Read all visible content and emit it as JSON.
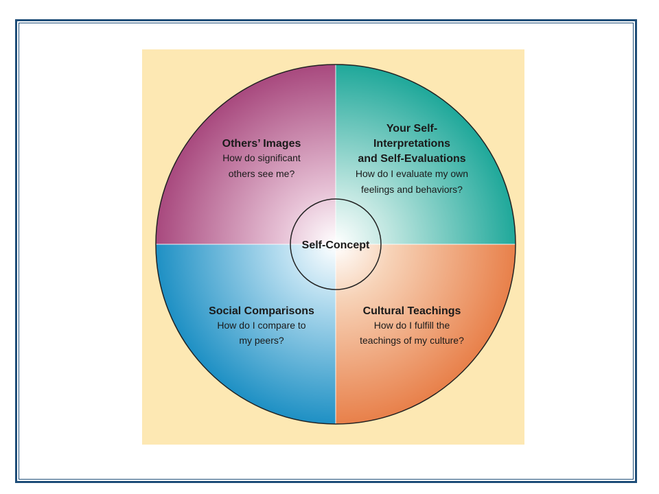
{
  "colors": {
    "background_panel": "#fde8b3",
    "frame": "#1f4e79",
    "quadrant_top_left": "#a8497e",
    "quadrant_top_right": "#1fa89a",
    "quadrant_bottom_left": "#1e90c4",
    "quadrant_bottom_right": "#e8804a"
  },
  "center": {
    "label": "Self-Concept"
  },
  "quadrants": {
    "top_left": {
      "title_lines": [
        "Others’ Images"
      ],
      "question_lines": [
        "How do significant",
        "others see me?"
      ]
    },
    "top_right": {
      "title_lines": [
        "Your Self-",
        "Interpretations",
        "and Self-Evaluations"
      ],
      "question_lines": [
        "How do I evaluate my own",
        "feelings and behaviors?"
      ]
    },
    "bottom_left": {
      "title_lines": [
        "Social Comparisons"
      ],
      "question_lines": [
        "How do I compare to",
        "my peers?"
      ]
    },
    "bottom_right": {
      "title_lines": [
        "Cultural Teachings"
      ],
      "question_lines": [
        "How do I fulfill the",
        "teachings of my culture?"
      ]
    }
  }
}
